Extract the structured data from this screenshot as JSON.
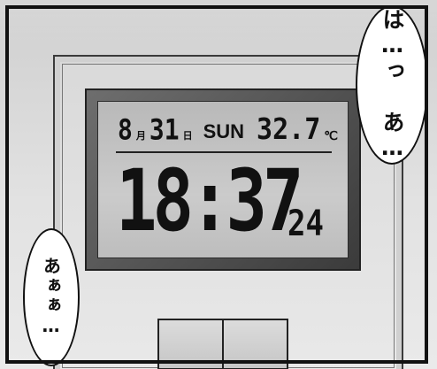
{
  "clock": {
    "month": "8",
    "month_unit": "月",
    "day": "31",
    "day_unit": "日",
    "weekday": "SUN",
    "temperature": "32.7",
    "temperature_unit": "℃",
    "time": "18:37",
    "seconds": "24"
  },
  "speech": {
    "top_right": "は…っ あ…",
    "bottom_left": "あぁぁ…"
  },
  "colors": {
    "ink": "#111111",
    "lcd": "#c3c3c3",
    "bezel": "#4a4a4a"
  }
}
